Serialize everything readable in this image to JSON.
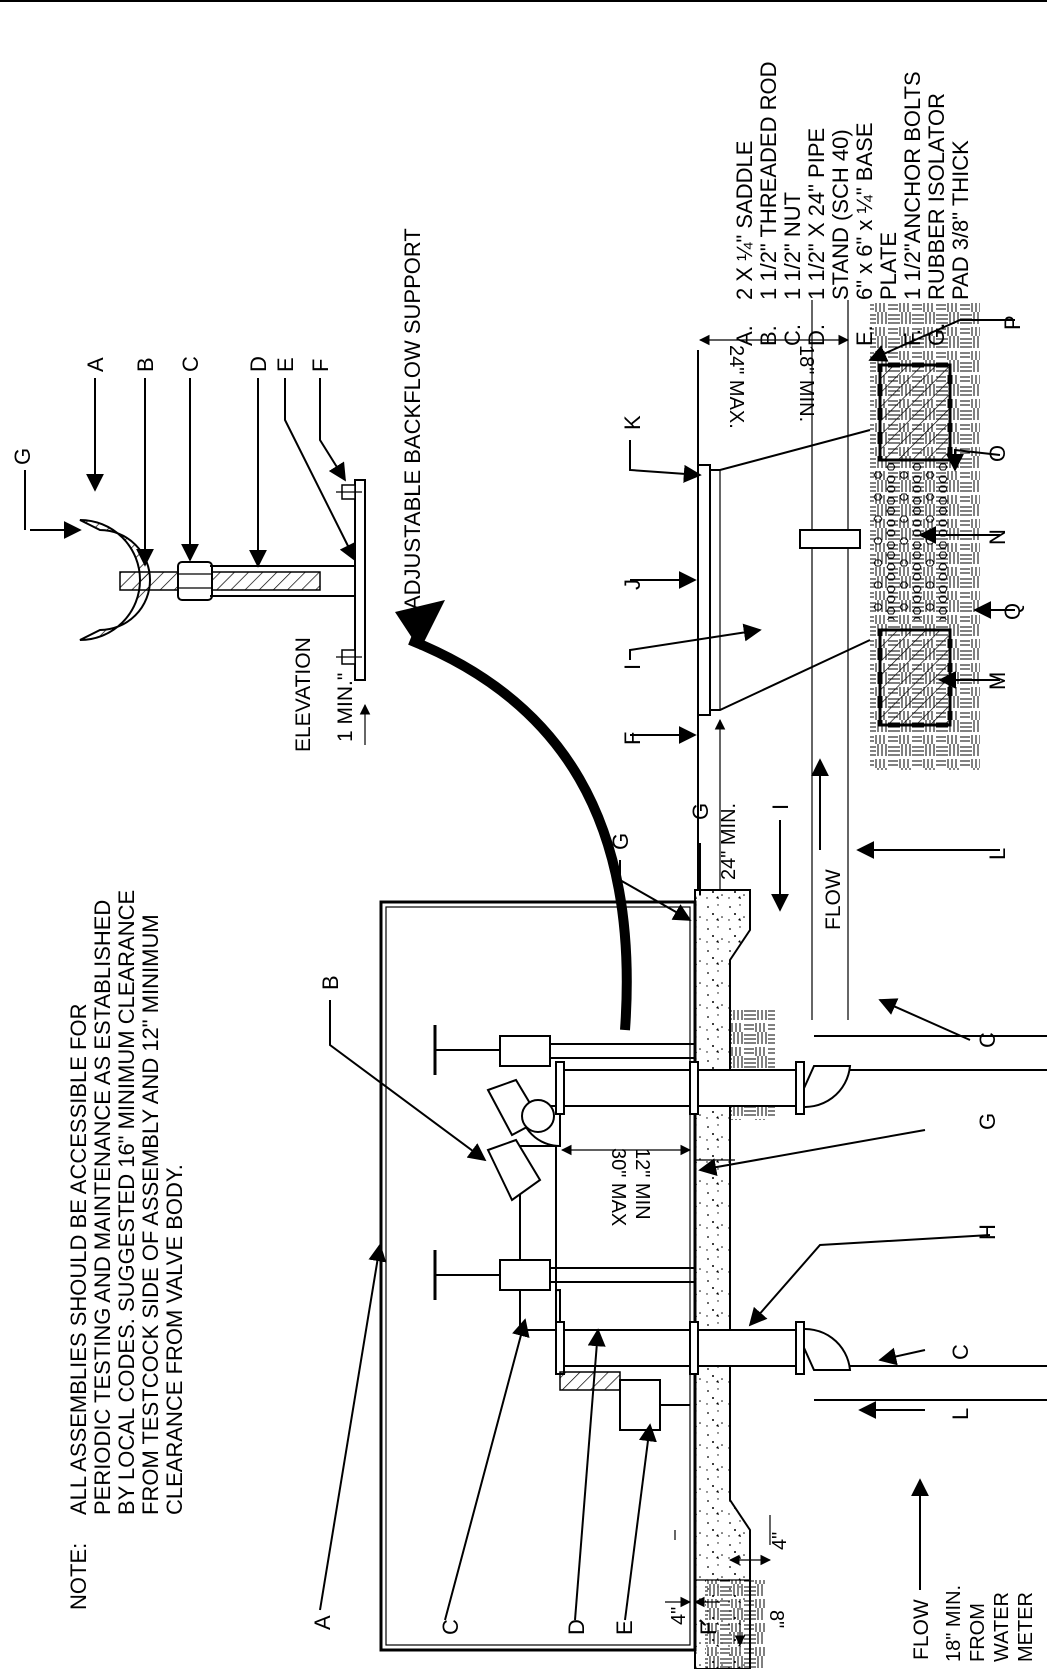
{
  "note": {
    "label": "NOTE:",
    "lines": [
      "ALL ASSEMBLIES SHOULD BE ACCESSIBLE FOR",
      "PERIODIC TESTING AND MAINTENANCE AS ESTABLISHED",
      "BY LOCAL CODES. SUGGESTED 16\" MINIMUM CLEARANCE",
      "FROM TESTCOCK SIDE OF ASSEMBLY AND 12\" MINIMUM",
      "CLEARANCE FROM VALVE BODY."
    ]
  },
  "detail": {
    "elevation_label": "ELEVATION",
    "min_label": "1 MIN.\"",
    "title": "ADJUSTABLE BACKFLOW SUPPORT",
    "callouts": [
      "G",
      "A",
      "B",
      "C",
      "D",
      "E",
      "F"
    ]
  },
  "legend": [
    {
      "key": "A.",
      "lines": [
        "2 X ¼\" SADDLE"
      ]
    },
    {
      "key": "B.",
      "lines": [
        "1 1/2\" THREADED ROD"
      ]
    },
    {
      "key": "C.",
      "lines": [
        "1 1/2\" NUT"
      ]
    },
    {
      "key": "D.",
      "lines": [
        "1 1/2\" X 24\" PIPE",
        "STAND (SCH 40)"
      ]
    },
    {
      "key": "E.",
      "lines": [
        "6\" x 6\" x ¼\" BASE",
        "PLATE"
      ]
    },
    {
      "key": "F.",
      "lines": [
        "1 1/2\"ANCHOR BOLTS"
      ]
    },
    {
      "key": "G.",
      "lines": [
        "RUBBER ISOLATOR",
        "PAD 3/8\" THICK"
      ]
    }
  ],
  "main": {
    "left_callouts": [
      "A",
      "C",
      "D",
      "E",
      "F"
    ],
    "top_callouts": [
      "B"
    ],
    "right_callouts": [
      "G",
      "G",
      "I",
      "C",
      "G",
      "H",
      "C",
      "L"
    ],
    "flow_label": "FLOW",
    "dim_30": "30\" MAX",
    "dim_12": "12\" MIN",
    "dim_24": "24\" MIN.",
    "dim_4_top": "4\"",
    "dim_4_left": "4\"",
    "dim_8": "8\"",
    "meter_note": [
      "18\" MIN.",
      "FROM",
      "WATER",
      "METER"
    ]
  },
  "section": {
    "callouts_top": [
      "K",
      "J",
      "I",
      "F"
    ],
    "callouts_bottom": [
      "P",
      "O",
      "N",
      "Q",
      "M",
      "L"
    ],
    "flow_label": "FLOW",
    "dim_18": "18\" MIN.",
    "dim_24": "24\" MAX."
  }
}
